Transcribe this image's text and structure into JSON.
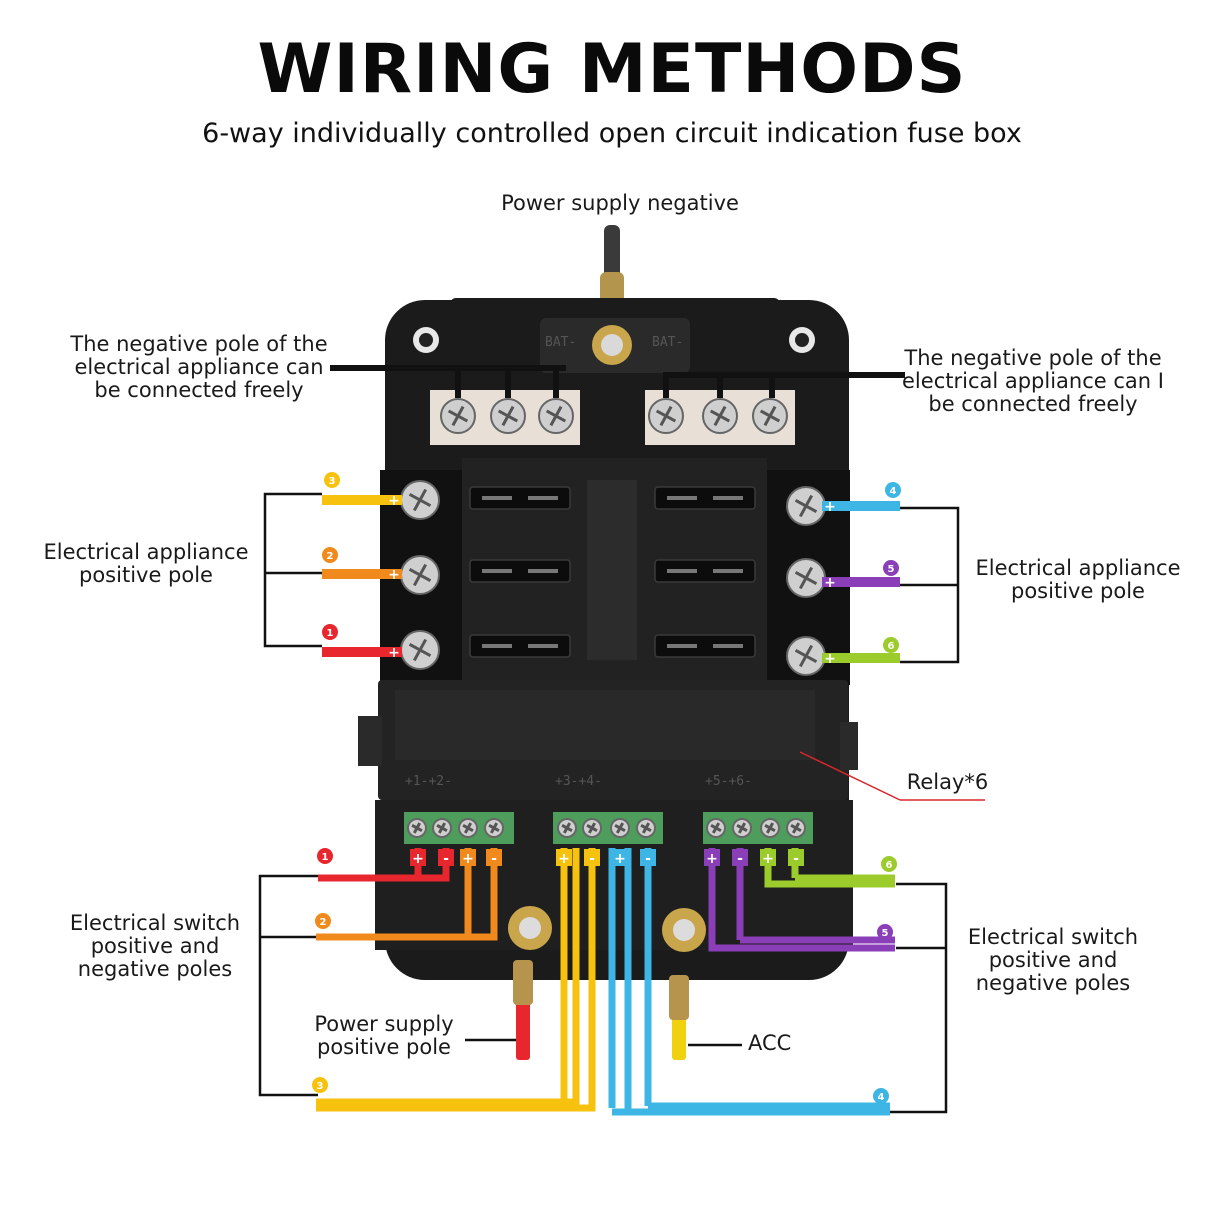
{
  "title": "WIRING METHODS",
  "subtitle": "6-way individually controlled open circuit indication fuse box",
  "labels": {
    "power_negative": "Power supply negative",
    "neg_pole_left": "The negative pole of the electrical appliance can be connected freely",
    "neg_pole_right": "The negative pole of the electrical appliance can I be connected freely",
    "appliance_pos_left": "Electrical appliance positive pole",
    "appliance_pos_right": "Electrical appliance positive pole",
    "relay": "Relay*6",
    "switch_left": "Electrical switch positive and negative poles",
    "switch_right": "Electrical switch positive and negative poles",
    "power_positive": "Power supply positive pole",
    "acc": "ACC"
  },
  "box_marks": {
    "bat_left": "BAT-",
    "bat_right": "BAT-",
    "relay_groups": [
      "+1-+2-",
      "+3-+4-",
      "+5-+6-"
    ]
  },
  "circuits": [
    {
      "number": "1",
      "color": "#e8262d"
    },
    {
      "number": "2",
      "color": "#f08a1c"
    },
    {
      "number": "3",
      "color": "#f6c20d"
    },
    {
      "number": "4",
      "color": "#3eb6e5"
    },
    {
      "number": "5",
      "color": "#8a3fb8"
    },
    {
      "number": "6",
      "color": "#9ccc2c"
    }
  ],
  "signs": {
    "plus": "+",
    "minus": "-"
  },
  "colors": {
    "box": "#1b1b1b",
    "wire_black": "#111111",
    "red_wire": "#e8262d",
    "yellow_wire": "#f0d10f",
    "relay_pointer": "#d9262b"
  }
}
